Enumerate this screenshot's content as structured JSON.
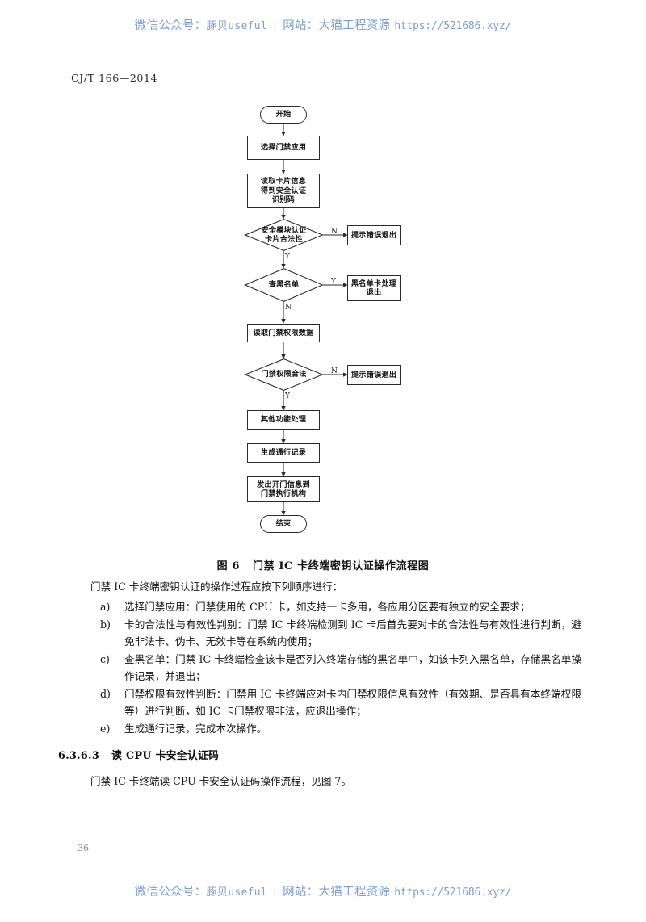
{
  "watermark": {
    "prefix": "微信公众号：",
    "account": "豚贝useful",
    "separator": "|",
    "site_label": "网站：",
    "site_name": "大猫工程资源",
    "url": "https://521686.xyz/",
    "color": "#7a9ed4"
  },
  "header": {
    "standard_number": "CJ/T 166—2014"
  },
  "page_number": "36",
  "figure": {
    "caption_label": "图 6",
    "caption_title": "门禁 IC 卡终端密钥认证操作流程图",
    "nodes": [
      {
        "id": "start",
        "type": "terminal",
        "text": "开始"
      },
      {
        "id": "select-app",
        "type": "process",
        "text": "选择门禁应用"
      },
      {
        "id": "read-card",
        "type": "process",
        "text": "读取卡片信息\n得到安全认证\n识别码"
      },
      {
        "id": "verify-sam",
        "type": "decision",
        "text": "安全模块认证\n卡片合法性"
      },
      {
        "id": "error-exit-1",
        "type": "process",
        "text": "提示错误退出"
      },
      {
        "id": "check-black",
        "type": "decision",
        "text": "查黑名单"
      },
      {
        "id": "black-exit",
        "type": "process",
        "text": "黑名单卡处理\n退出"
      },
      {
        "id": "read-auth",
        "type": "process",
        "text": "读取门禁权限数据"
      },
      {
        "id": "auth-valid",
        "type": "decision",
        "text": "门禁权限合法"
      },
      {
        "id": "error-exit-2",
        "type": "process",
        "text": "提示错误退出"
      },
      {
        "id": "other-func",
        "type": "process",
        "text": "其他功能处理"
      },
      {
        "id": "gen-record",
        "type": "process",
        "text": "生成通行记录"
      },
      {
        "id": "send-open",
        "type": "process",
        "text": "发出开门信息到\n门禁执行机构"
      },
      {
        "id": "end",
        "type": "terminal",
        "text": "结束"
      }
    ],
    "branch_labels": {
      "verify_sam_no": "N",
      "verify_sam_yes": "Y",
      "check_black_yes": "Y",
      "check_black_no": "N",
      "auth_valid_no": "N",
      "auth_valid_yes": "Y"
    }
  },
  "body": {
    "intro": "门禁 IC 卡终端密钥认证的操作过程应按下列顺序进行：",
    "list": [
      {
        "marker": "a)",
        "text": "选择门禁应用：门禁使用的 CPU 卡，如支持一卡多用，各应用分区要有独立的安全要求；"
      },
      {
        "marker": "b)",
        "text": "卡的合法性与有效性判别：门禁 IC 卡终端检测到 IC 卡后首先要对卡的合法性与有效性进行判断，避免非法卡、伪卡、无效卡等在系统内使用；"
      },
      {
        "marker": "c)",
        "text": "查黑名单：门禁 IC 卡终端检查该卡是否列入终端存储的黑名单中，如该卡列入黑名单，存储黑名单操作记录，并退出；"
      },
      {
        "marker": "d)",
        "text": "门禁权限有效性判断：门禁用 IC 卡终端应对卡内门禁权限信息有效性（有效期、是否具有本终端权限等）进行判断，如 IC 卡门禁权限非法，应退出操作；"
      },
      {
        "marker": "e)",
        "text": "生成通行记录，完成本次操作。"
      }
    ]
  },
  "section": {
    "number": "6.3.6.3",
    "title": "读 CPU 卡安全认证码",
    "paragraph": "门禁 IC 卡终端读 CPU 卡安全认证码操作流程，见图 7。"
  }
}
